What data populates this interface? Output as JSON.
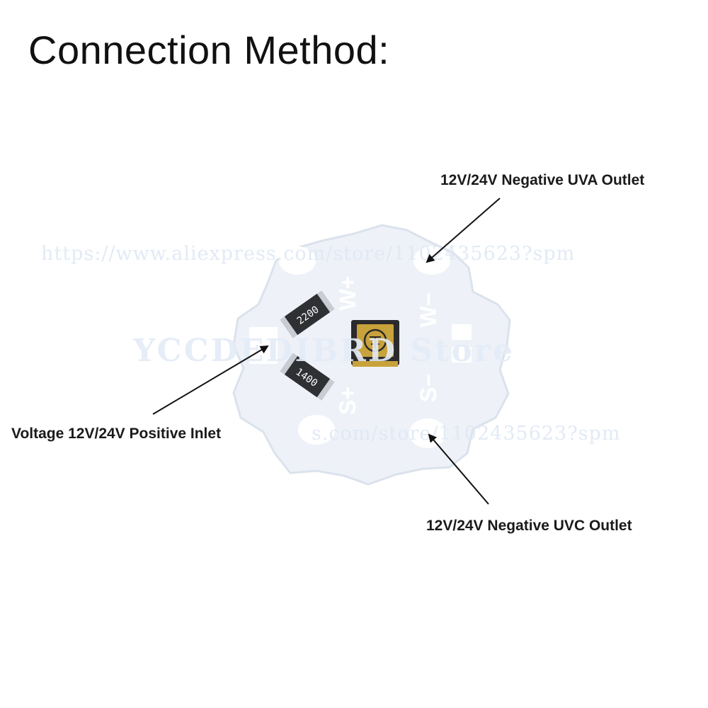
{
  "title": "Connection Method:",
  "callouts": {
    "uva_outlet": "12V/24V Negative UVA Outlet",
    "positive_inlet": "Voltage 12V/24V Positive Inlet",
    "uvc_outlet": "12V/24V Negative UVC Outlet"
  },
  "board": {
    "pad_labels": {
      "w_plus": "W+",
      "w_minus": "W−",
      "s_plus": "S+",
      "s_minus": "S−"
    },
    "resistors": {
      "top": "2200",
      "bottom": "1400"
    }
  },
  "watermarks": {
    "url_1": "https://www.aliexpress.com/store/1102435623?spm",
    "store": "YCCDEDIBRD Store",
    "url_2": "s.com/store/1102435623?spm"
  },
  "colors": {
    "board": "#eef2f8",
    "board_edge": "#d9e0ea",
    "pad": "#ffffff",
    "led_gold": "#c8a23a",
    "resistor_body": "#2f3033"
  }
}
